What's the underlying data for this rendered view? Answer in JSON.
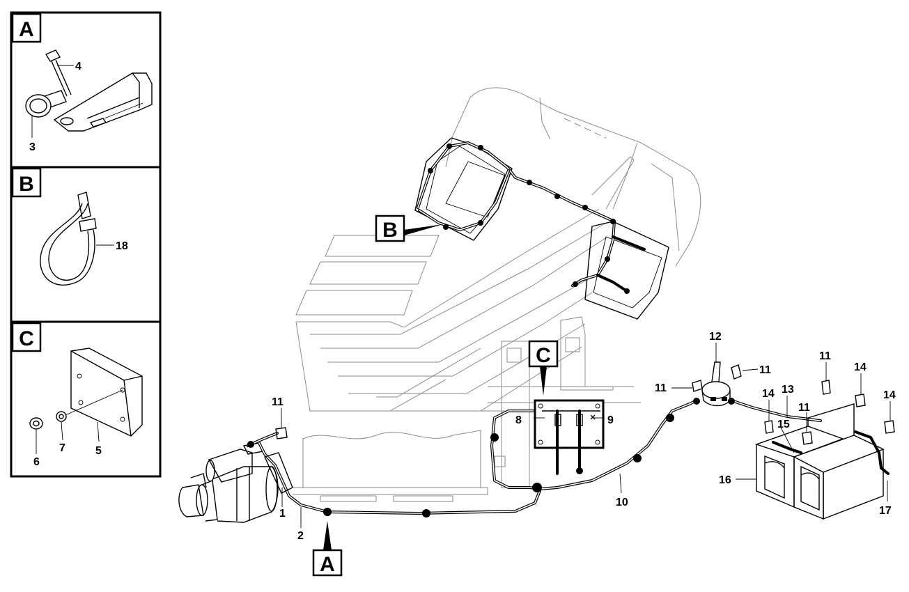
{
  "panels": [
    {
      "letter": "A",
      "callouts": [
        "4",
        "3"
      ]
    },
    {
      "letter": "B",
      "callouts": [
        "18"
      ]
    },
    {
      "letter": "C",
      "callouts": [
        "6",
        "7",
        "5"
      ]
    }
  ],
  "view_labels": {
    "b": "B",
    "c": "C",
    "a": "A"
  },
  "callouts": {
    "c1": "1",
    "c2": "2",
    "c8": "8",
    "c9": "9",
    "c10": "10",
    "c11a": "11",
    "c11b": "11",
    "c11c": "11",
    "c11d": "11",
    "c11e": "11",
    "c12": "12",
    "c13": "13",
    "c14a": "14",
    "c14b": "14",
    "c14c": "14",
    "c15": "15",
    "c16": "16",
    "c17": "17"
  }
}
